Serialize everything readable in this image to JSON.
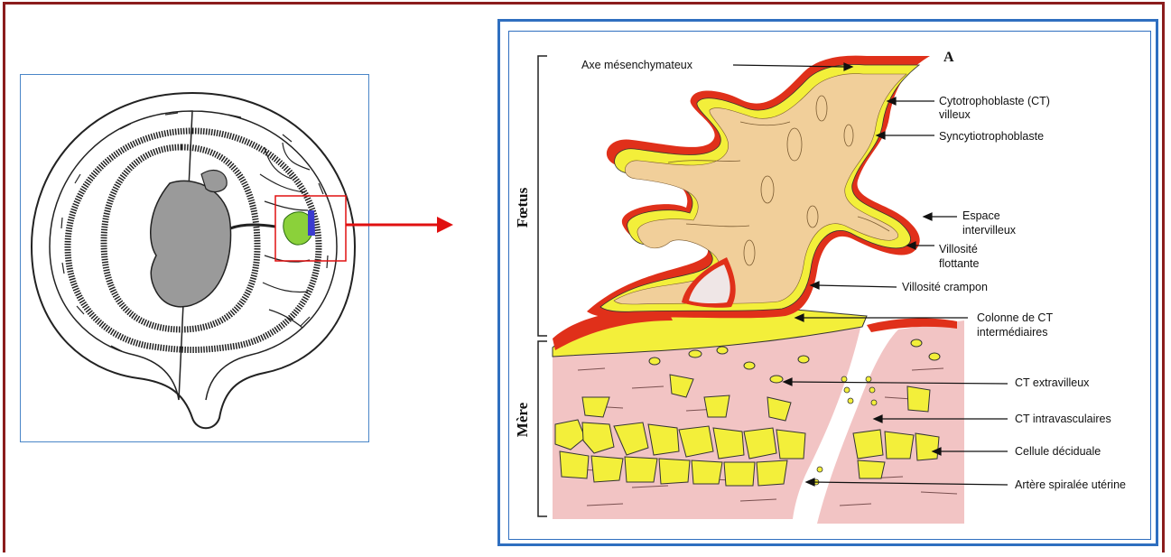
{
  "diagram": {
    "panel_letter": "A",
    "side_labels": {
      "fetus": "Fœtus",
      "mother": "Mère"
    },
    "labels": [
      "Axe mésenchymateux",
      "Cytotrophoblaste (CT)",
      "villeux",
      "Syncytiotrophoblaste",
      "Espace",
      "intervilleux",
      "Villosité",
      "flottante",
      "Villosité crampon",
      "Colonne de CT",
      "intermédiaires",
      "CT extravilleux",
      "CT intravasculaires",
      "Cellule déciduale",
      "Artère spiralée utérine"
    ],
    "colors": {
      "frame": "#8b1d1d",
      "arrow": "#e01010",
      "panel_border": "#2f6fc0",
      "syncytio": "#e0301a",
      "mesenchyme": "#f1cf9a",
      "cytotrophoblast": "#f3ef3a",
      "decidua": "#f2c4c4"
    }
  }
}
